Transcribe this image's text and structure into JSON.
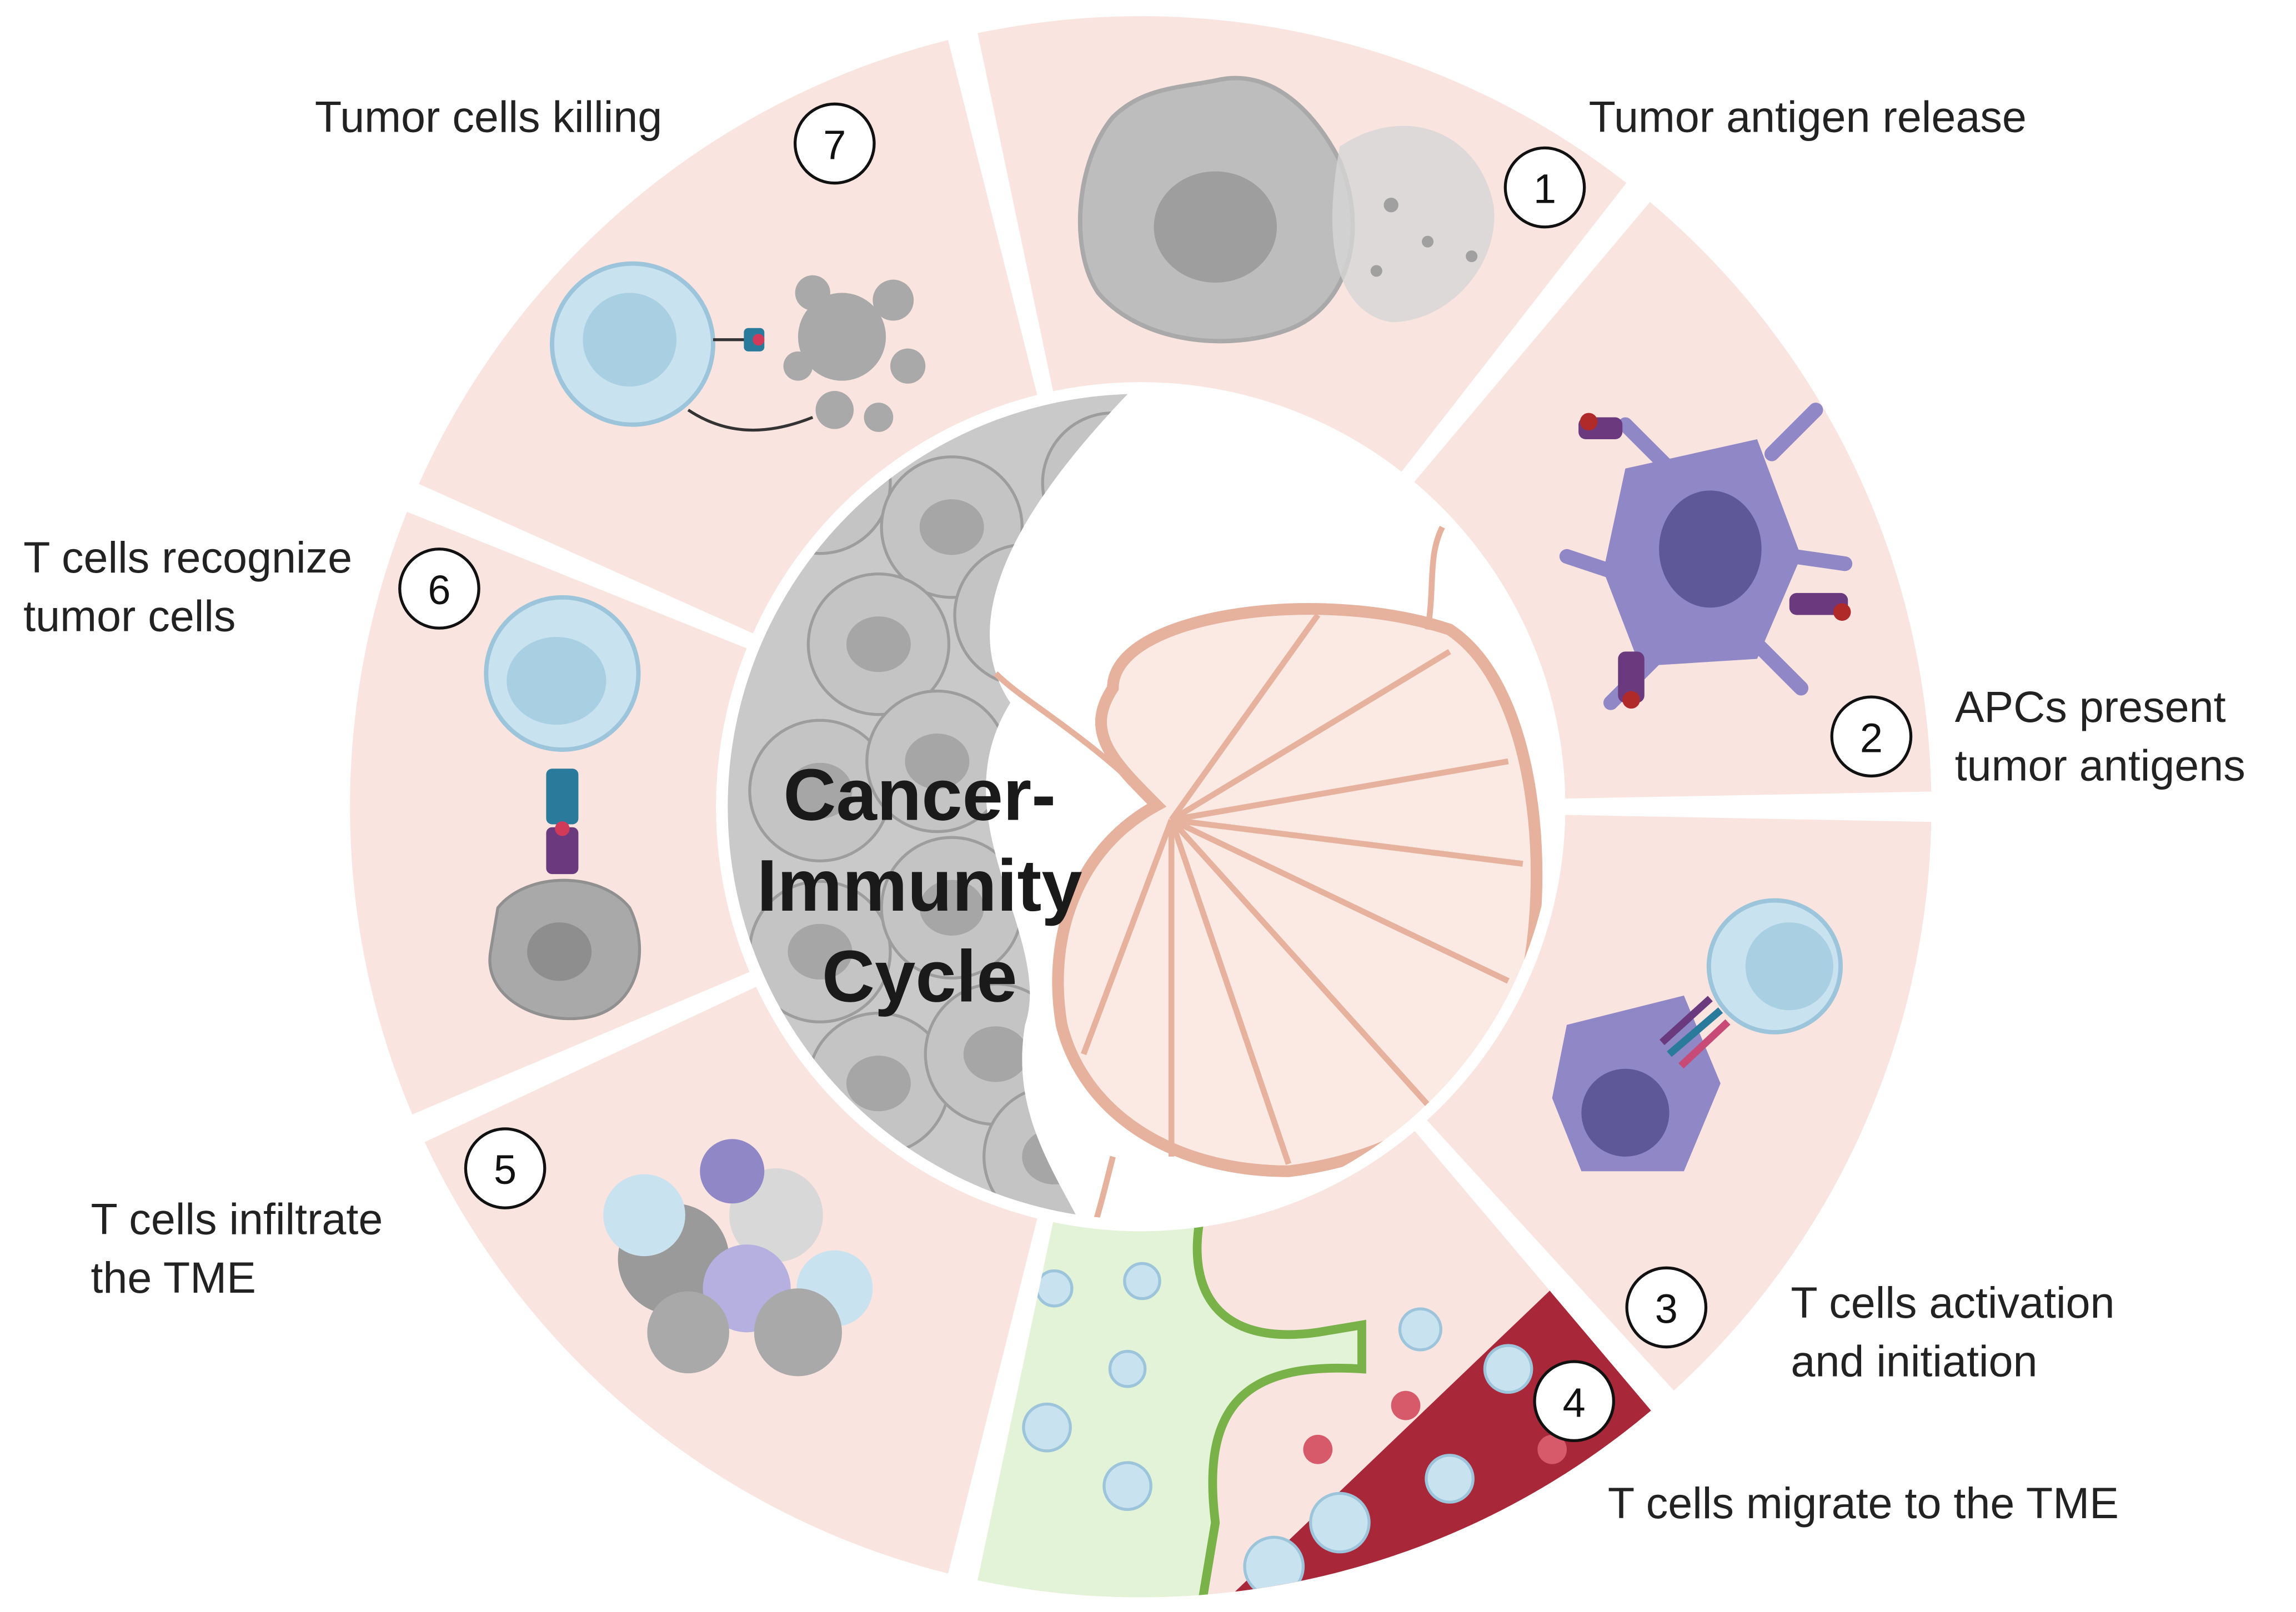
{
  "title": [
    "Cancer-",
    "Immunity",
    "Cycle"
  ],
  "steps": [
    {
      "number": "1",
      "lines": [
        "Tumor antigen release"
      ]
    },
    {
      "number": "2",
      "lines": [
        "APCs present",
        "tumor antigens"
      ]
    },
    {
      "number": "3",
      "lines": [
        "T cells activation",
        "and initiation"
      ]
    },
    {
      "number": "4",
      "lines": [
        "T cells migrate to the TME"
      ]
    },
    {
      "number": "5",
      "lines": [
        "T cells infiltrate",
        "the TME"
      ]
    },
    {
      "number": "6",
      "lines": [
        "T cells recognize",
        "tumor cells"
      ]
    },
    {
      "number": "7",
      "lines": [
        "Tumor cells killing"
      ]
    }
  ],
  "colors": {
    "sector": "#f9e4df",
    "tumor": "#bdbdbd",
    "tcell": "#c9e2ef",
    "apc": "#8f87c6",
    "lymph": "#fbe9e3",
    "lymph_stroke": "#e6b29d",
    "blood": "#a8283a"
  }
}
